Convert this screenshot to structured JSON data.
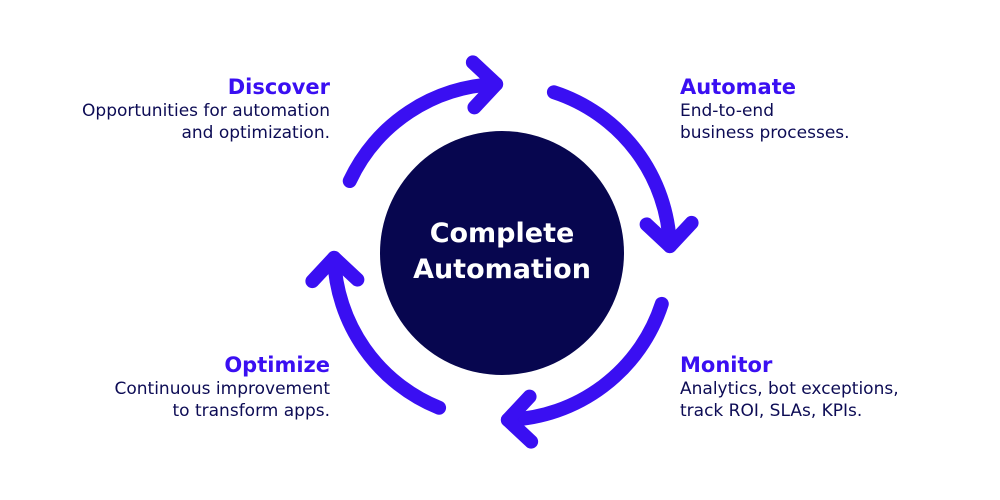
{
  "center": {
    "line1": "Complete",
    "line2": "Automation"
  },
  "colors": {
    "accent": "#3a0ff2",
    "center_fill": "#07064f",
    "body_text": "#0d0c55"
  },
  "stages": [
    {
      "id": "discover",
      "title": "Discover",
      "lines": [
        "Opportunities for automation",
        "and optimization."
      ]
    },
    {
      "id": "automate",
      "title": "Automate",
      "lines": [
        "End-to-end",
        "business processes."
      ]
    },
    {
      "id": "monitor",
      "title": "Monitor",
      "lines": [
        "Analytics, bot exceptions,",
        "track ROI, SLAs, KPIs."
      ]
    },
    {
      "id": "optimize",
      "title": "Optimize",
      "lines": [
        "Continuous improvement",
        "to transform apps."
      ]
    }
  ]
}
